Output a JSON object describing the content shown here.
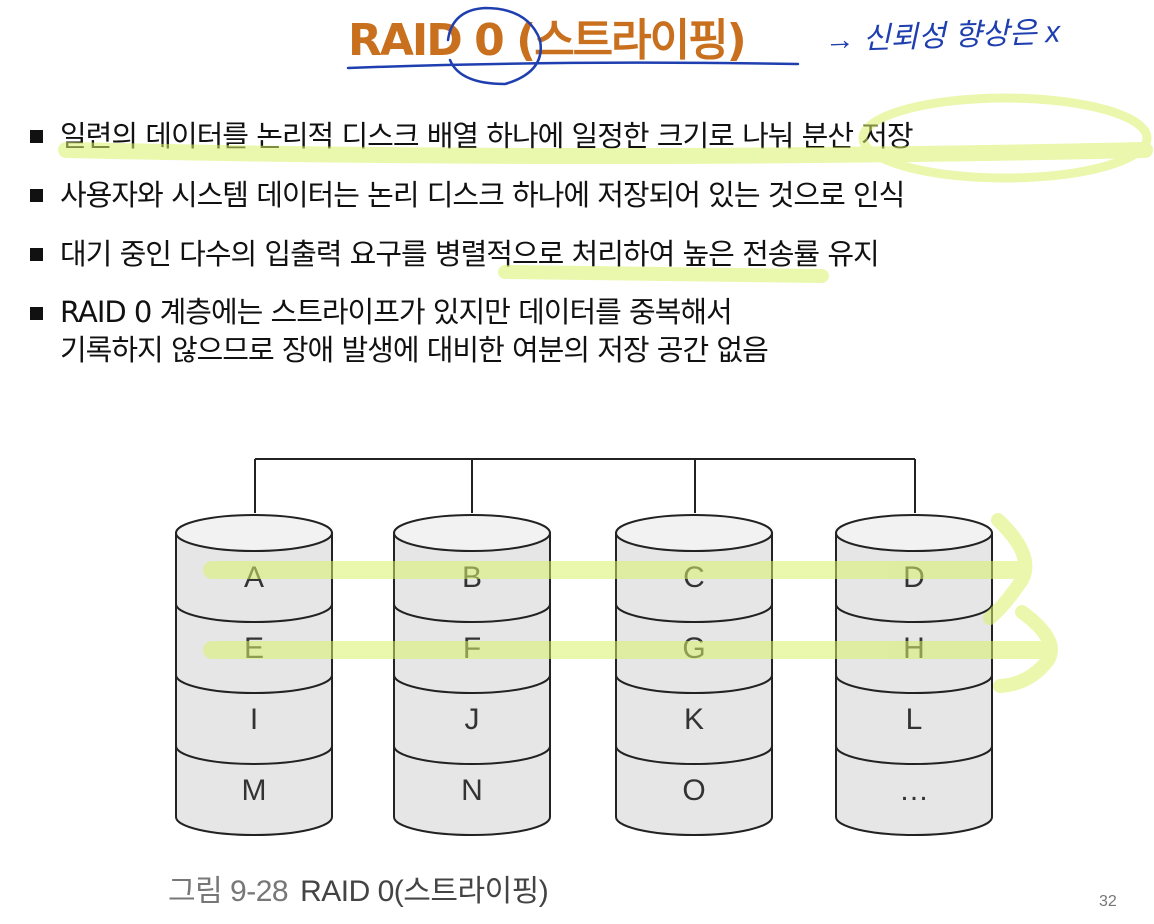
{
  "slide": {
    "title": "RAID 0 (스트라이핑)",
    "handwritten_note": "→ 신뢰성 향상은 x",
    "bullets": [
      {
        "text": "일련의 데이터를 논리적 디스크 배열 하나에 일정한 크기로 나눠 분산 저장"
      },
      {
        "text": "사용자와 시스템 데이터는 논리 디스크 하나에 저장되어 있는 것으로 인식"
      },
      {
        "text": "대기 중인 다수의 입출력 요구를 병렬적으로 처리하여 높은 전송률 유지"
      },
      {
        "text": "RAID 0 계층에는 스트라이프가 있지만 데이터를 중복해서\n기록하지 않으므로 장애 발생에 대비한 여분의 저장 공간 없음"
      }
    ],
    "figure": {
      "disks": [
        {
          "blocks": [
            "A",
            "E",
            "I",
            "M"
          ]
        },
        {
          "blocks": [
            "B",
            "F",
            "J",
            "N"
          ]
        },
        {
          "blocks": [
            "C",
            "G",
            "K",
            "O"
          ]
        },
        {
          "blocks": [
            "D",
            "H",
            "L",
            "…"
          ]
        }
      ],
      "caption_label": "그림 9-28",
      "caption_text": "RAID 0(스트라이핑)"
    },
    "page_number": "32",
    "colors": {
      "title": "#c8701e",
      "highlighter": "#d9f26a",
      "pen": "#1f3fb0"
    }
  }
}
